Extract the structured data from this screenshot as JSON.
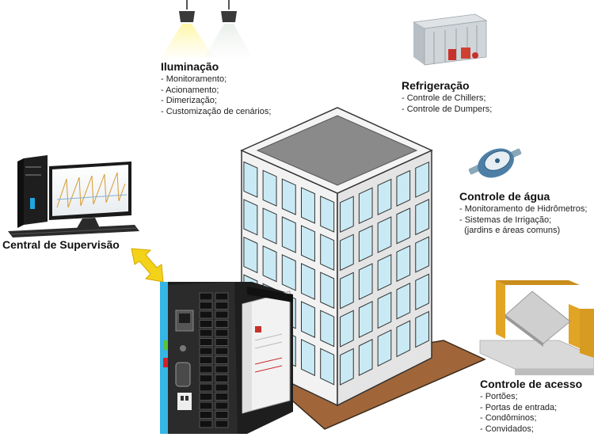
{
  "sections": {
    "iluminacao": {
      "title": "Iluminação",
      "items": [
        "- Monitoramento;",
        "- Acionamento;",
        "- Dimerização;",
        "- Customização de cenários;"
      ]
    },
    "refrigeracao": {
      "title": "Refrigeração",
      "items": [
        "- Controle de Chillers;",
        "- Controle de Dumpers;"
      ]
    },
    "agua": {
      "title": "Controle de água",
      "items": [
        "- Monitoramento de Hidrômetros;",
        "- Sistemas de Irrigação;",
        "  (jardins e áreas comuns)"
      ]
    },
    "acesso": {
      "title": "Controle de acesso",
      "items": [
        "- Portões;",
        "- Portas de entrada;",
        "- Condôminos;",
        "- Convidados;"
      ]
    },
    "central": {
      "title": "Central de Supervisão"
    }
  },
  "colors": {
    "window_glass": "#c9eaf4",
    "building_front": "#f2f2f2",
    "building_side": "#e4e4e4",
    "roof": "#8a8a8a",
    "ground": "#a0663a",
    "arrow": "#f3d21a",
    "controller_accent": "#35b6e4",
    "controller_body": "#2b2b2b"
  },
  "icons": [
    "ceiling-lamp-icon",
    "chiller-icon",
    "water-meter-icon",
    "access-gate-icon",
    "computer-monitor-icon",
    "controller-device-icon",
    "bidirectional-arrow-icon"
  ]
}
